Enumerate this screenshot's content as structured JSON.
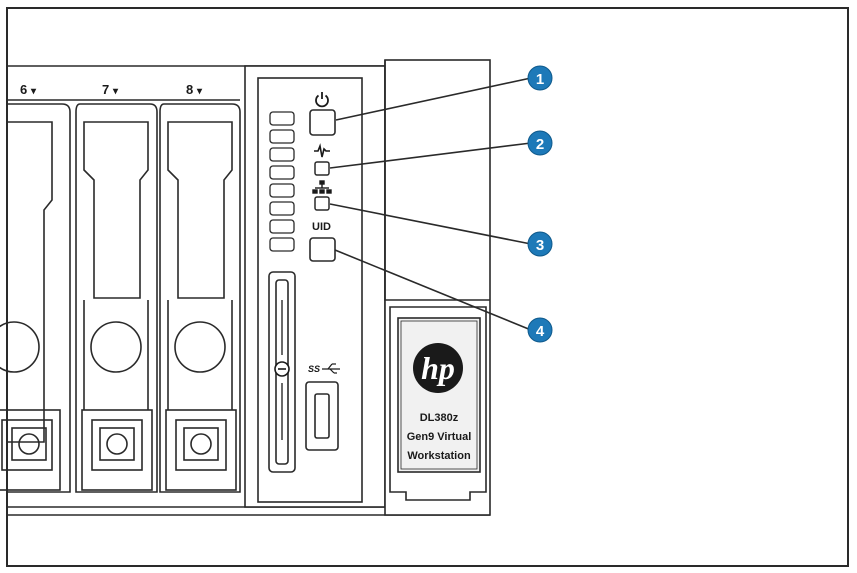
{
  "drive_bays": [
    {
      "label": "6",
      "marker": "▾"
    },
    {
      "label": "7",
      "marker": "▾"
    },
    {
      "label": "8",
      "marker": "▾"
    }
  ],
  "front_panel": {
    "uid_label": "UID",
    "usb_label": "SS"
  },
  "product_badge": {
    "logo_text": "hp",
    "model_lines": [
      "DL380z",
      "Gen9 Virtual",
      "Workstation"
    ]
  },
  "callouts": [
    {
      "number": "1",
      "target": "power-button"
    },
    {
      "number": "2",
      "target": "health-led"
    },
    {
      "number": "3",
      "target": "nic-led"
    },
    {
      "number": "4",
      "target": "uid-button"
    }
  ],
  "colors": {
    "callout_fill": "#1d79b8",
    "callout_text": "#ffffff",
    "line": "#2a2a2a",
    "panel_fill": "#ffffff",
    "panel_shade": "#f1f1f1"
  },
  "icons": {
    "power": "power-icon",
    "health": "health-pulse-icon",
    "network": "network-icon",
    "usb": "usb-superspeed-icon",
    "latch": "latch-icon"
  }
}
